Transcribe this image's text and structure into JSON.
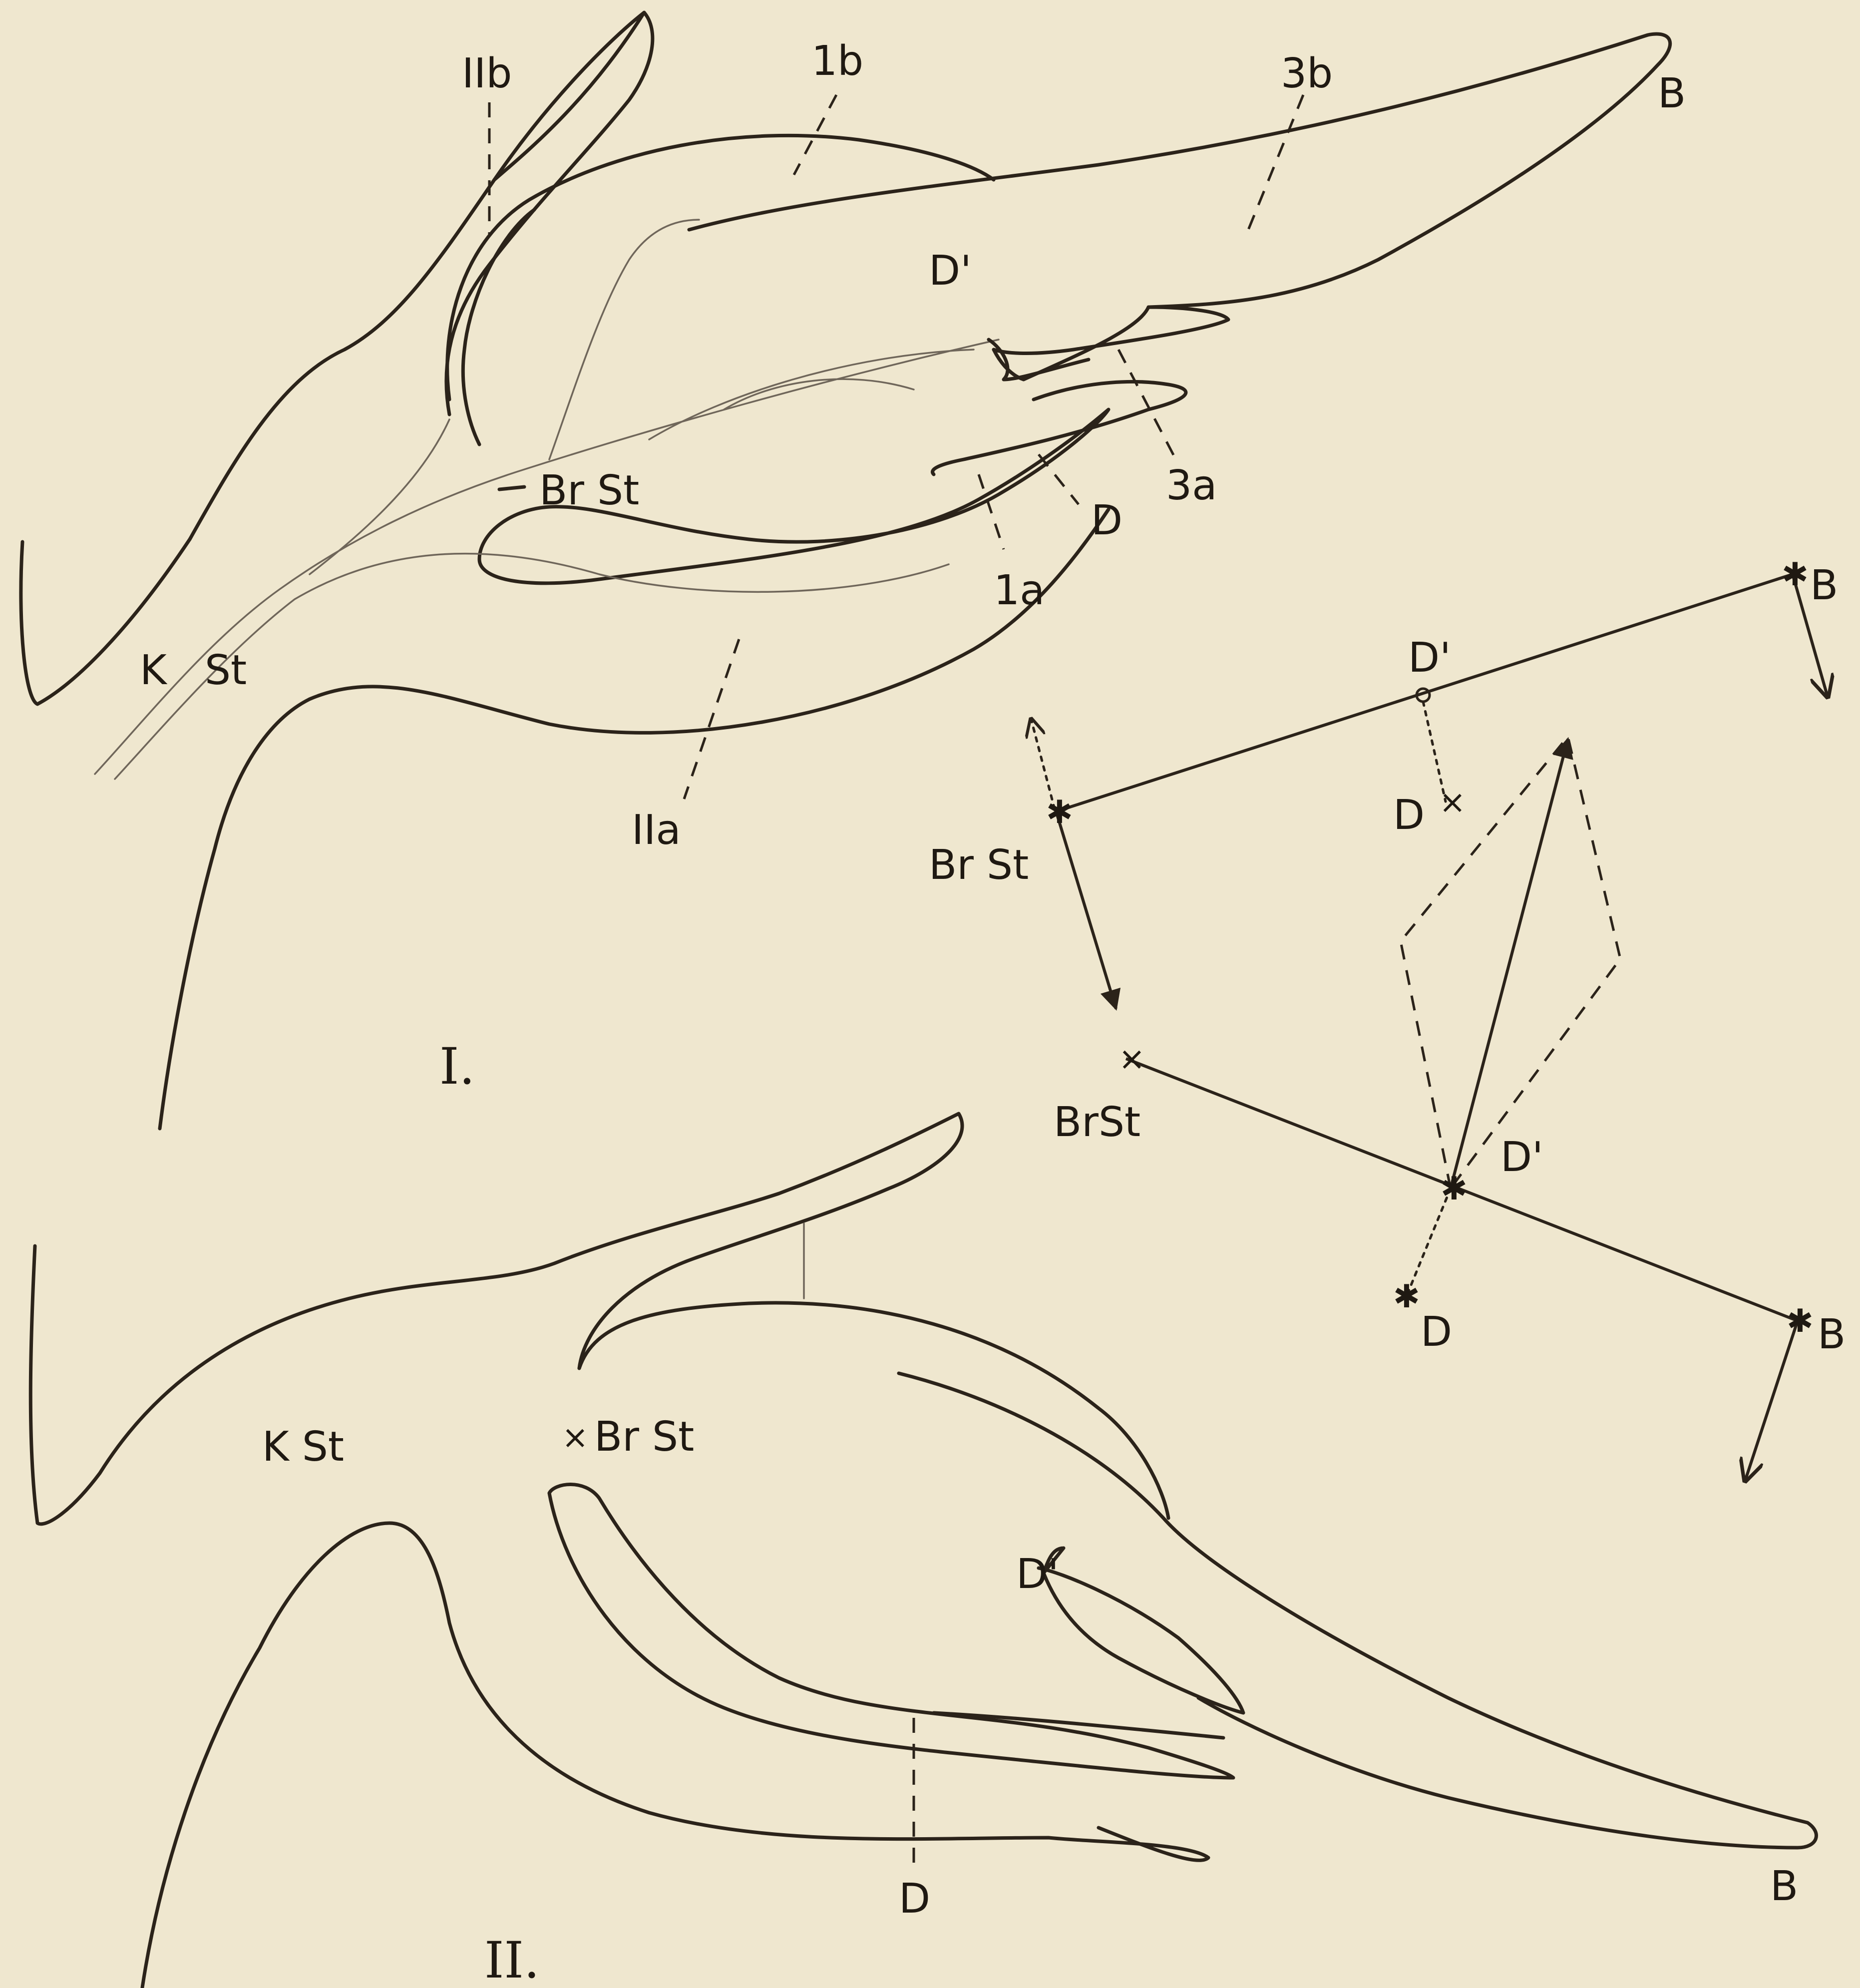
{
  "figure_I": {
    "numeral": "I.",
    "labels": {
      "IIb": "IIb",
      "1b": "1b",
      "3b": "3b",
      "B": "B",
      "D_prime": "D'",
      "BrSt": "Br St",
      "D": "D",
      "3a": "3a",
      "1a": "1a",
      "KSt_K": "K",
      "KSt_St": "St",
      "IIa": "IIa"
    }
  },
  "vector_diagram": {
    "upper": {
      "BrSt": "Br St",
      "D_prime": "D'",
      "D": "D",
      "B": "B"
    },
    "lower": {
      "BrSt": "BrSt",
      "D_prime": "D'",
      "D": "D",
      "B": "B"
    }
  },
  "figure_II": {
    "numeral": "II.",
    "labels": {
      "KSt": "K St",
      "BrSt": "Br St",
      "D_prime": "D'",
      "D": "D",
      "B": "B"
    }
  }
}
